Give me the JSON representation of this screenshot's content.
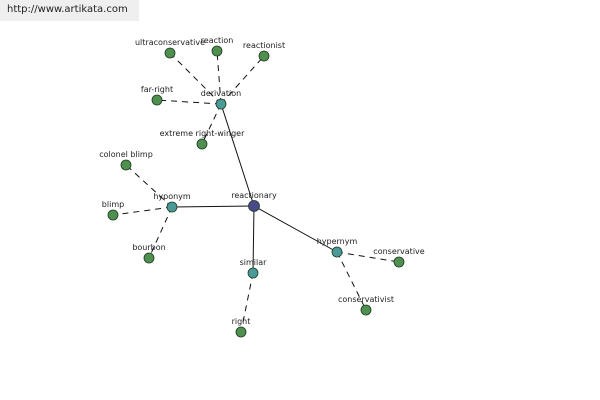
{
  "source": {
    "label": "http://www.artikata.com"
  },
  "colors": {
    "center": "#4a4a8a",
    "relation": "#4a9a9a",
    "word": "#4f8f4f"
  },
  "graph": {
    "nodes": [
      {
        "id": "reactionary",
        "label": "reactionary",
        "kind": "center"
      },
      {
        "id": "derivation",
        "label": "derivation",
        "kind": "relation"
      },
      {
        "id": "hyponym",
        "label": "hyponym",
        "kind": "relation"
      },
      {
        "id": "hypernym",
        "label": "hypernym",
        "kind": "relation"
      },
      {
        "id": "similar",
        "label": "similar",
        "kind": "relation"
      },
      {
        "id": "ultraconservative",
        "label": "ultraconservative",
        "kind": "word"
      },
      {
        "id": "reaction",
        "label": "reaction",
        "kind": "word"
      },
      {
        "id": "reactionist",
        "label": "reactionist",
        "kind": "word"
      },
      {
        "id": "far-right",
        "label": "far-right",
        "kind": "word"
      },
      {
        "id": "extreme-right-winger",
        "label": "extreme right-winger",
        "kind": "word"
      },
      {
        "id": "colonel-blimp",
        "label": "colonel blimp",
        "kind": "word"
      },
      {
        "id": "blimp",
        "label": "blimp",
        "kind": "word"
      },
      {
        "id": "bourbon",
        "label": "bourbon",
        "kind": "word"
      },
      {
        "id": "conservative",
        "label": "conservative",
        "kind": "word"
      },
      {
        "id": "conservativist",
        "label": "conservativist",
        "kind": "word"
      },
      {
        "id": "right",
        "label": "right",
        "kind": "word"
      }
    ],
    "edges": [
      {
        "from": "reactionary",
        "to": "derivation",
        "style": "solid"
      },
      {
        "from": "reactionary",
        "to": "hyponym",
        "style": "solid"
      },
      {
        "from": "reactionary",
        "to": "hypernym",
        "style": "solid"
      },
      {
        "from": "reactionary",
        "to": "similar",
        "style": "solid"
      },
      {
        "from": "derivation",
        "to": "ultraconservative",
        "style": "dashed"
      },
      {
        "from": "derivation",
        "to": "reaction",
        "style": "dashed"
      },
      {
        "from": "derivation",
        "to": "reactionist",
        "style": "dashed"
      },
      {
        "from": "derivation",
        "to": "far-right",
        "style": "dashed"
      },
      {
        "from": "derivation",
        "to": "extreme-right-winger",
        "style": "dashed"
      },
      {
        "from": "hyponym",
        "to": "colonel-blimp",
        "style": "dashed"
      },
      {
        "from": "hyponym",
        "to": "blimp",
        "style": "dashed"
      },
      {
        "from": "hyponym",
        "to": "bourbon",
        "style": "dashed"
      },
      {
        "from": "hypernym",
        "to": "conservative",
        "style": "dashed"
      },
      {
        "from": "hypernym",
        "to": "conservativist",
        "style": "dashed"
      },
      {
        "from": "similar",
        "to": "right",
        "style": "dashed"
      }
    ]
  }
}
